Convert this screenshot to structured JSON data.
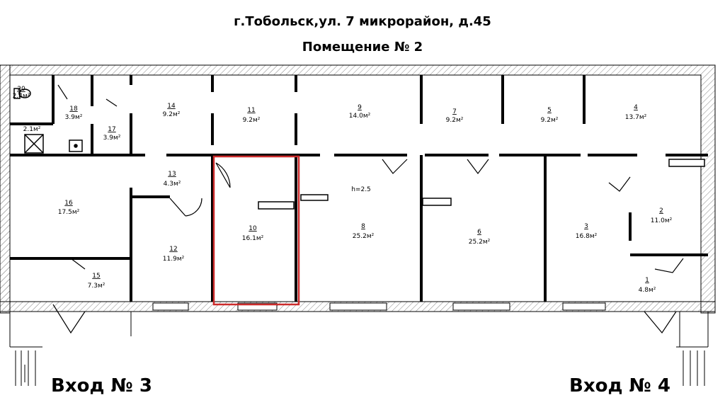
{
  "header": {
    "address": "г.Тобольск,ул. 7 микрорайон, д.45",
    "premises": "Помещение № 2"
  },
  "entrances": {
    "left": "Вход № 3",
    "right": "Вход № 4"
  },
  "ceiling_height": "h=2.5",
  "highlight_color": "#cc2b2b",
  "rooms": [
    {
      "id": "r20",
      "num": "20",
      "area": "2.4м²"
    },
    {
      "id": "r19",
      "num": "",
      "area": "2.1м²"
    },
    {
      "id": "r18",
      "num": "18",
      "area": "3.9м²"
    },
    {
      "id": "r17",
      "num": "17",
      "area": "3.9м²"
    },
    {
      "id": "r14",
      "num": "14",
      "area": "9.2м²"
    },
    {
      "id": "r11",
      "num": "11",
      "area": "9.2м²"
    },
    {
      "id": "r9",
      "num": "9",
      "area": "14.0м²"
    },
    {
      "id": "r7",
      "num": "7",
      "area": "9.2м²"
    },
    {
      "id": "r5",
      "num": "5",
      "area": "9.2м²"
    },
    {
      "id": "r4",
      "num": "4",
      "area": "13.7м²"
    },
    {
      "id": "r16",
      "num": "16",
      "area": "17.5м²"
    },
    {
      "id": "r13",
      "num": "13",
      "area": "4.3м²"
    },
    {
      "id": "r12",
      "num": "12",
      "area": "11.9м²"
    },
    {
      "id": "r10",
      "num": "10",
      "area": "16.1м²"
    },
    {
      "id": "r8",
      "num": "8",
      "area": "25.2м²"
    },
    {
      "id": "r6",
      "num": "6",
      "area": "25.2м²"
    },
    {
      "id": "r3",
      "num": "3",
      "area": "16.8м²"
    },
    {
      "id": "r2",
      "num": "2",
      "area": "11.0м²"
    },
    {
      "id": "r1",
      "num": "1",
      "area": "4.8м²"
    },
    {
      "id": "r15",
      "num": "15",
      "area": "7.3м²"
    }
  ]
}
